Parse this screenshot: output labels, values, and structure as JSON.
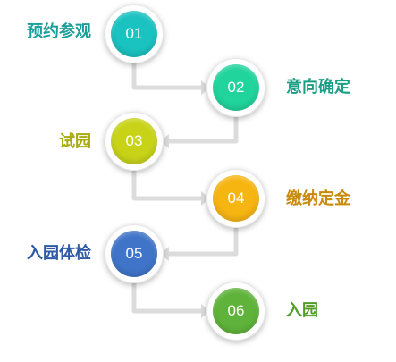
{
  "steps": [
    {
      "number": "01",
      "label": "预约参观",
      "color": "#1ac2c0",
      "text_color": "#1a9e9a"
    },
    {
      "number": "02",
      "label": "意向确定",
      "color": "#20d49c",
      "text_color": "#1a9e84"
    },
    {
      "number": "03",
      "label": "试园",
      "color": "#c8d318",
      "text_color": "#a7ab0c"
    },
    {
      "number": "04",
      "label": "缴纳定金",
      "color": "#f7b512",
      "text_color": "#c78a0b"
    },
    {
      "number": "05",
      "label": "入园体检",
      "color": "#3f74c8",
      "text_color": "#2e5aa5"
    },
    {
      "number": "06",
      "label": "入园",
      "color": "#5fb33a",
      "text_color": "#4f9a2a"
    }
  ],
  "connector_color": "#dcdcdc"
}
